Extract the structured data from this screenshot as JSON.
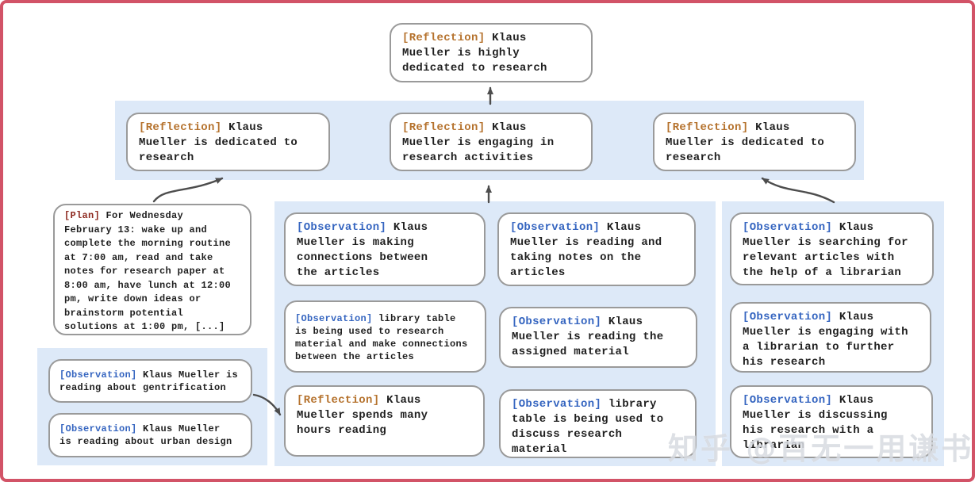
{
  "colors": {
    "reflection_tag": "#b5722d",
    "observation_tag": "#3565c0",
    "plan_tag": "#8e2a20",
    "band": "#dde9f8",
    "box_border": "#9a9a9a",
    "arrow": "#4d4d4d",
    "frame_border": "#d25367"
  },
  "watermark": {
    "text": "知乎 @百无一用谦书生"
  },
  "nodes": {
    "root": {
      "tag": "[Reflection]",
      "text": "Klaus\nMueller is highly\ndedicated to research"
    },
    "l2_left": {
      "tag": "[Reflection]",
      "text": "Klaus\nMueller is dedicated to\nresearch"
    },
    "l2_mid": {
      "tag": "[Reflection]",
      "text": "Klaus\nMueller is engaging in\nresearch activities"
    },
    "l2_right": {
      "tag": "[Reflection]",
      "text": "Klaus\nMueller is dedicated to\nresearch"
    },
    "plan": {
      "tag": "[Plan]",
      "text": "For Wednesday\nFebruary 13: wake up and\ncomplete the morning routine\nat 7:00 am, read and take\nnotes for research paper at\n8:00 am, have lunch at 12:00\npm, write down ideas or\nbrainstorm potential\nsolutions at 1:00 pm, [...]"
    },
    "left_obs1": {
      "tag": "[Observation]",
      "text": "Klaus Mueller is\nreading about gentrification"
    },
    "left_obs2": {
      "tag": "[Observation]",
      "text": "Klaus Mueller\nis reading about urban design"
    },
    "mid_a1": {
      "tag": "[Observation]",
      "text": "Klaus\nMueller is making\nconnections between\nthe articles"
    },
    "mid_a2": {
      "tag": "[Observation]",
      "text": "library table\nis being used to research\nmaterial and make connections\nbetween the articles"
    },
    "mid_a3": {
      "tag": "[Reflection]",
      "text": "Klaus\nMueller spends many\nhours reading"
    },
    "mid_b1": {
      "tag": "[Observation]",
      "text": "Klaus\nMueller is reading and\ntaking notes on the\narticles"
    },
    "mid_b2": {
      "tag": "[Observation]",
      "text": "Klaus\nMueller is reading the\nassigned material"
    },
    "mid_b3": {
      "tag": "[Observation]",
      "text": "library\ntable is being used to\ndiscuss research material"
    },
    "right_1": {
      "tag": "[Observation]",
      "text": "Klaus\nMueller is searching for\nrelevant articles with\nthe help of a librarian"
    },
    "right_2": {
      "tag": "[Observation]",
      "text": "Klaus\nMueller is engaging with\na librarian to further\nhis research"
    },
    "right_3": {
      "tag": "[Observation]",
      "text": "Klaus\nMueller is discussing\nhis research with a\nlibrarian"
    }
  }
}
